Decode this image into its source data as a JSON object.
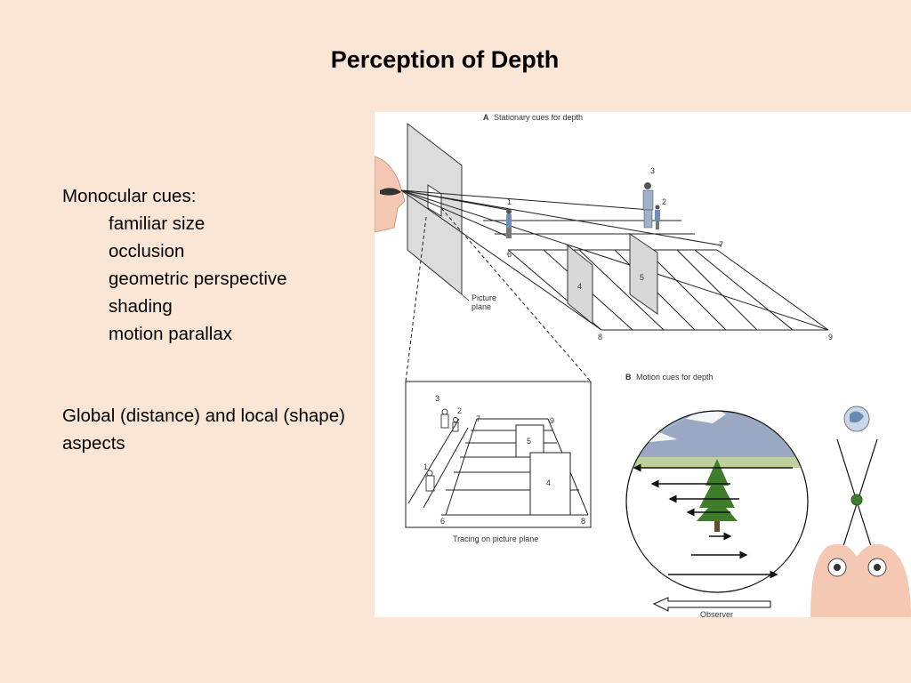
{
  "slide": {
    "title": "Perception of Depth",
    "monocular_heading": "Monocular cues:",
    "monocular_items": [
      "familiar size",
      "occlusion",
      "geometric perspective",
      "shading",
      "motion parallax"
    ],
    "global_text": "Global (distance) and local (shape) aspects"
  },
  "figure": {
    "panel_a_letter": "A",
    "panel_a_title": "Stationary cues for depth",
    "panel_b_letter": "B",
    "panel_b_title": "Motion cues for depth",
    "picture_plane_line1": "Picture",
    "picture_plane_line2": "plane",
    "tracing_label": "Tracing on picture plane",
    "observer_label": "Observer",
    "numbers": [
      "1",
      "2",
      "3",
      "4",
      "5",
      "6",
      "7",
      "8",
      "9"
    ]
  }
}
